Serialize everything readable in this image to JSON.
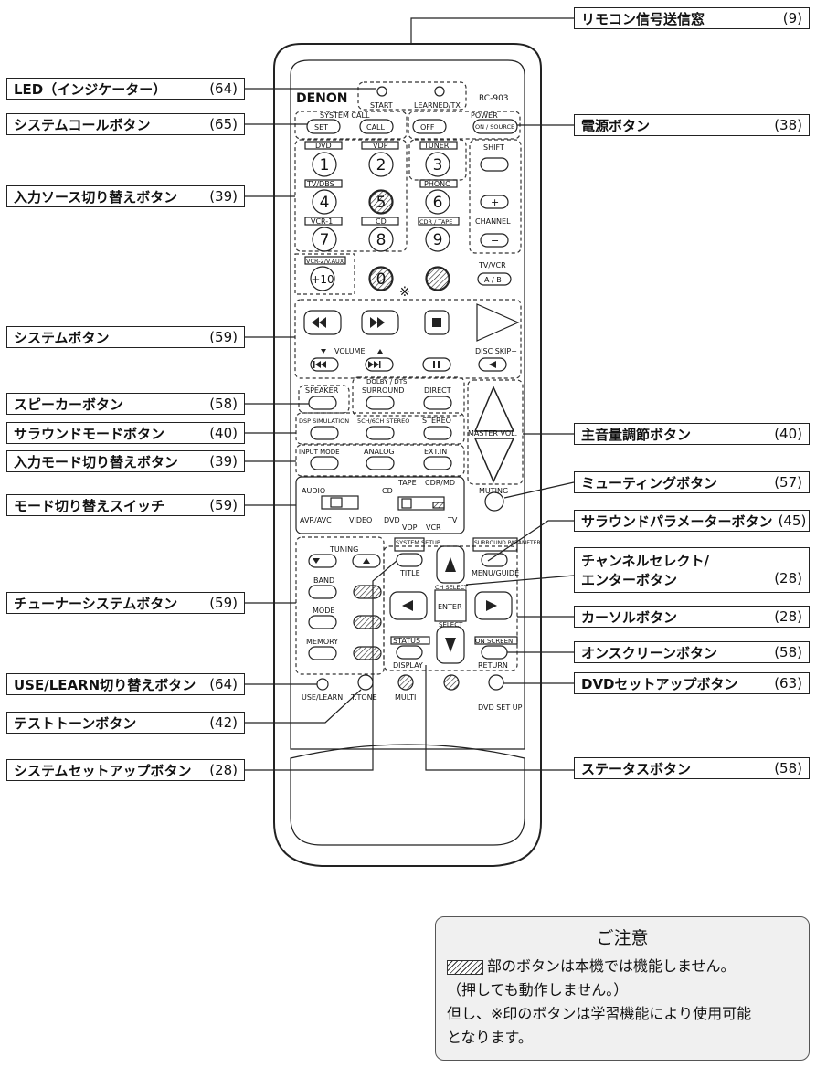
{
  "remote": {
    "brand": "DENON",
    "model": "RC-903",
    "top_labels": {
      "start": "START",
      "learned": "LEARNED/TX",
      "system_call": "SYSTEM CALL",
      "power": "POWER"
    },
    "buttons": {
      "set": "SET",
      "call": "CALL",
      "off": "OFF",
      "on_source": "ON / SOURCE"
    },
    "sources": {
      "dvd": "DVD",
      "vdp": "VDP",
      "tuner": "TUNER",
      "tvdbs": "TV/DBS",
      "phono": "PHONO",
      "vcr1": "VCR-1",
      "cd": "CD",
      "cdr_tape": "CDR / TAPE",
      "vcr2": "VCR-2/V.AUX"
    },
    "digits": [
      "1",
      "2",
      "3",
      "4",
      "5",
      "6",
      "7",
      "8",
      "9",
      "+10",
      "0"
    ],
    "shift": "SHIFT",
    "channel": "CHANNEL",
    "plus": "+",
    "minus": "−",
    "tvvcr": "TV/VCR",
    "ab": "A / B",
    "asterisk": "※",
    "volume": "VOLUME",
    "disc_skip": "DISC SKIP+",
    "dolby": "DOLBY / DTS",
    "surround": "SURROUND",
    "direct": "DIRECT",
    "speaker": "SPEAKER",
    "dsp_sim": "DSP SIMULATION",
    "ch_stereo": "5CH/6CH STEREO",
    "stereo": "STEREO",
    "master_vol": "MASTER VOL.",
    "input_mode": "INPUT MODE",
    "analog": "ANALOG",
    "ext_in": "EXT.IN",
    "muting": "MUTING",
    "switch": {
      "audio": "AUDIO",
      "cd": "CD",
      "tape": "TAPE",
      "cdr_md": "CDR/MD",
      "avr_avc": "AVR/AVC",
      "video": "VIDEO",
      "dvd": "DVD",
      "vdp": "VDP",
      "vcr": "VCR",
      "tv": "TV"
    },
    "tuning": "TUNING",
    "band": "BAND",
    "mode": "MODE",
    "memory": "MEMORY",
    "system_setup": "SYSTEM SETUP",
    "title": "TITLE",
    "surround_parameter": "SURROUND PARAMETER",
    "menu_guide": "MENU/GUIDE",
    "ch_select": "CH SELECT",
    "enter": "ENTER",
    "select": "SELECT",
    "status": "STATUS",
    "display": "DISPLAY",
    "on_screen": "ON SCREEN",
    "return": "RETURN",
    "use_learn": "USE/LEARN",
    "t_tone": "T.TONE",
    "multi": "MULTI",
    "dvd_setup": "DVD SET UP"
  },
  "callouts": [
    {
      "id": "ir-window",
      "label": "リモコン信号送信窓",
      "page": "(9)"
    },
    {
      "id": "led",
      "label": "LED（インジケーター）",
      "page": "(64)"
    },
    {
      "id": "system-call",
      "label": "システムコールボタン",
      "page": "(65)"
    },
    {
      "id": "power",
      "label": "電源ボタン",
      "page": "(38)"
    },
    {
      "id": "input-source",
      "label": "入力ソース切り替えボタン",
      "page": "(39)"
    },
    {
      "id": "system",
      "label": "システムボタン",
      "page": "(59)"
    },
    {
      "id": "speaker",
      "label": "スピーカーボタン",
      "page": "(58)"
    },
    {
      "id": "surround-mode",
      "label": "サラウンドモードボタン",
      "page": "(40)"
    },
    {
      "id": "master-volume",
      "label": "主音量調節ボタン",
      "page": "(40)"
    },
    {
      "id": "input-mode",
      "label": "入力モード切り替えボタン",
      "page": "(39)"
    },
    {
      "id": "muting",
      "label": "ミューティングボタン",
      "page": "(57)"
    },
    {
      "id": "mode-switch",
      "label": "モード切り替えスイッチ",
      "page": "(59)"
    },
    {
      "id": "surround-param",
      "label": "サラウンドパラメーターボタン",
      "page": "(45)"
    },
    {
      "id": "channel-select",
      "label": "チャンネルセレクト/",
      "label2": "エンターボタン",
      "page": "(28)"
    },
    {
      "id": "tuner-system",
      "label": "チューナーシステムボタン",
      "page": "(59)"
    },
    {
      "id": "cursor",
      "label": "カーソルボタン",
      "page": "(28)"
    },
    {
      "id": "on-screen",
      "label": "オンスクリーンボタン",
      "page": "(58)"
    },
    {
      "id": "use-learn",
      "label": "USE/LEARN切り替えボタン",
      "page": "(64)"
    },
    {
      "id": "dvd-setup",
      "label": "DVDセットアップボタン",
      "page": "(63)"
    },
    {
      "id": "test-tone",
      "label": "テストトーンボタン",
      "page": "(42)"
    },
    {
      "id": "system-setup",
      "label": "システムセットアップボタン",
      "page": "(28)"
    },
    {
      "id": "status",
      "label": "ステータスボタン",
      "page": "(58)"
    }
  ],
  "note": {
    "title": "ご注意",
    "line1": "部のボタンは本機では機能しません。",
    "line2": "（押しても動作しません。）",
    "line3": "但し、※印のボタンは学習機能により使用可能",
    "line4": "となります。"
  }
}
